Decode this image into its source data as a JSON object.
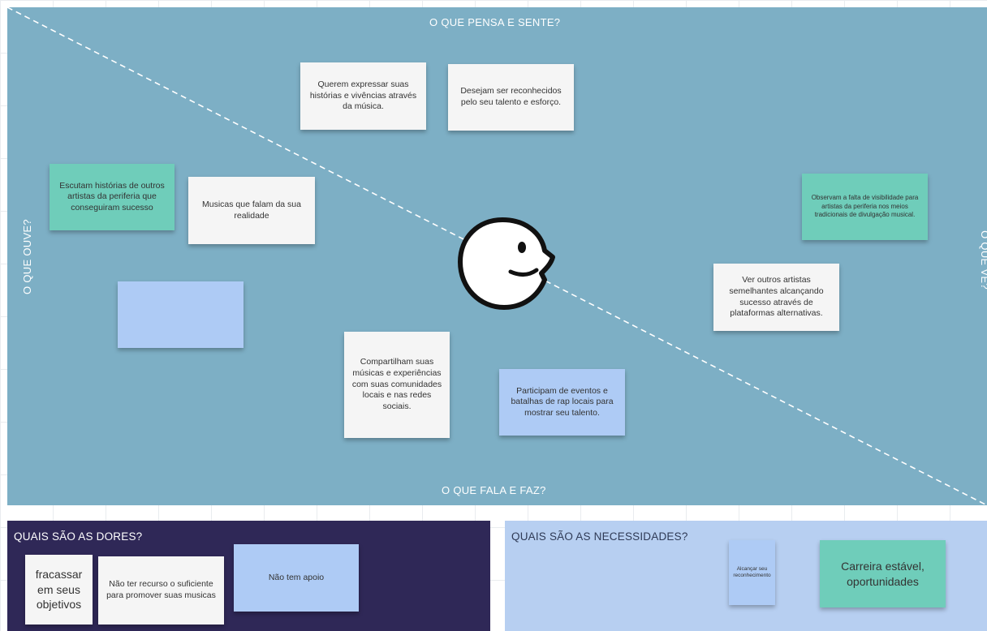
{
  "empathy_map": {
    "quadrant_labels": {
      "top": "O QUE PENSA E SENTE?",
      "bottom": "O QUE FALA E FAZ?",
      "left": "O QUE OUVE?",
      "right": "O QUE VÊ?"
    },
    "stickies": {
      "think_1": "Querem expressar suas histórias e vivências através da música.",
      "think_2": "Desejam ser reconhecidos pelo seu talento e esforço.",
      "hear_1": "Escutam histórias de outros artistas da periferia que conseguiram sucesso",
      "hear_2": "Musicas que falam da sua realidade",
      "hear_3": "",
      "say_1": "Compartilham suas músicas e experiências com suas comunidades locais e nas redes sociais.",
      "say_2": "Participam de eventos e batalhas de rap locais para mostrar seu talento.",
      "see_1": "Observam a falta de visibilidade para artistas da periferia nos meios tradicionais de divulgação musical.",
      "see_2": "Ver outros artistas semelhantes alcançando sucesso através de plataformas alternativas."
    },
    "colors": {
      "background": "#7dafc5",
      "sticky_white": "#f5f5f5",
      "sticky_teal": "#6fcdba",
      "sticky_blue": "#aecbf5"
    },
    "center_icon": "smiling-face-icon"
  },
  "dores": {
    "title": "QUAIS SÃO AS DORES?",
    "stickies": [
      "fracassar em seus objetivos",
      "Não ter recurso o suficiente para promover suas musicas",
      "Não tem apoio"
    ],
    "background": "#2f2857"
  },
  "necessidades": {
    "title": "QUAIS SÃO AS NECESSIDADES?",
    "stickies": [
      "Alcançar seu reconhecimento",
      "Carreira estável, oportunidades"
    ],
    "background": "#b7cff1"
  }
}
